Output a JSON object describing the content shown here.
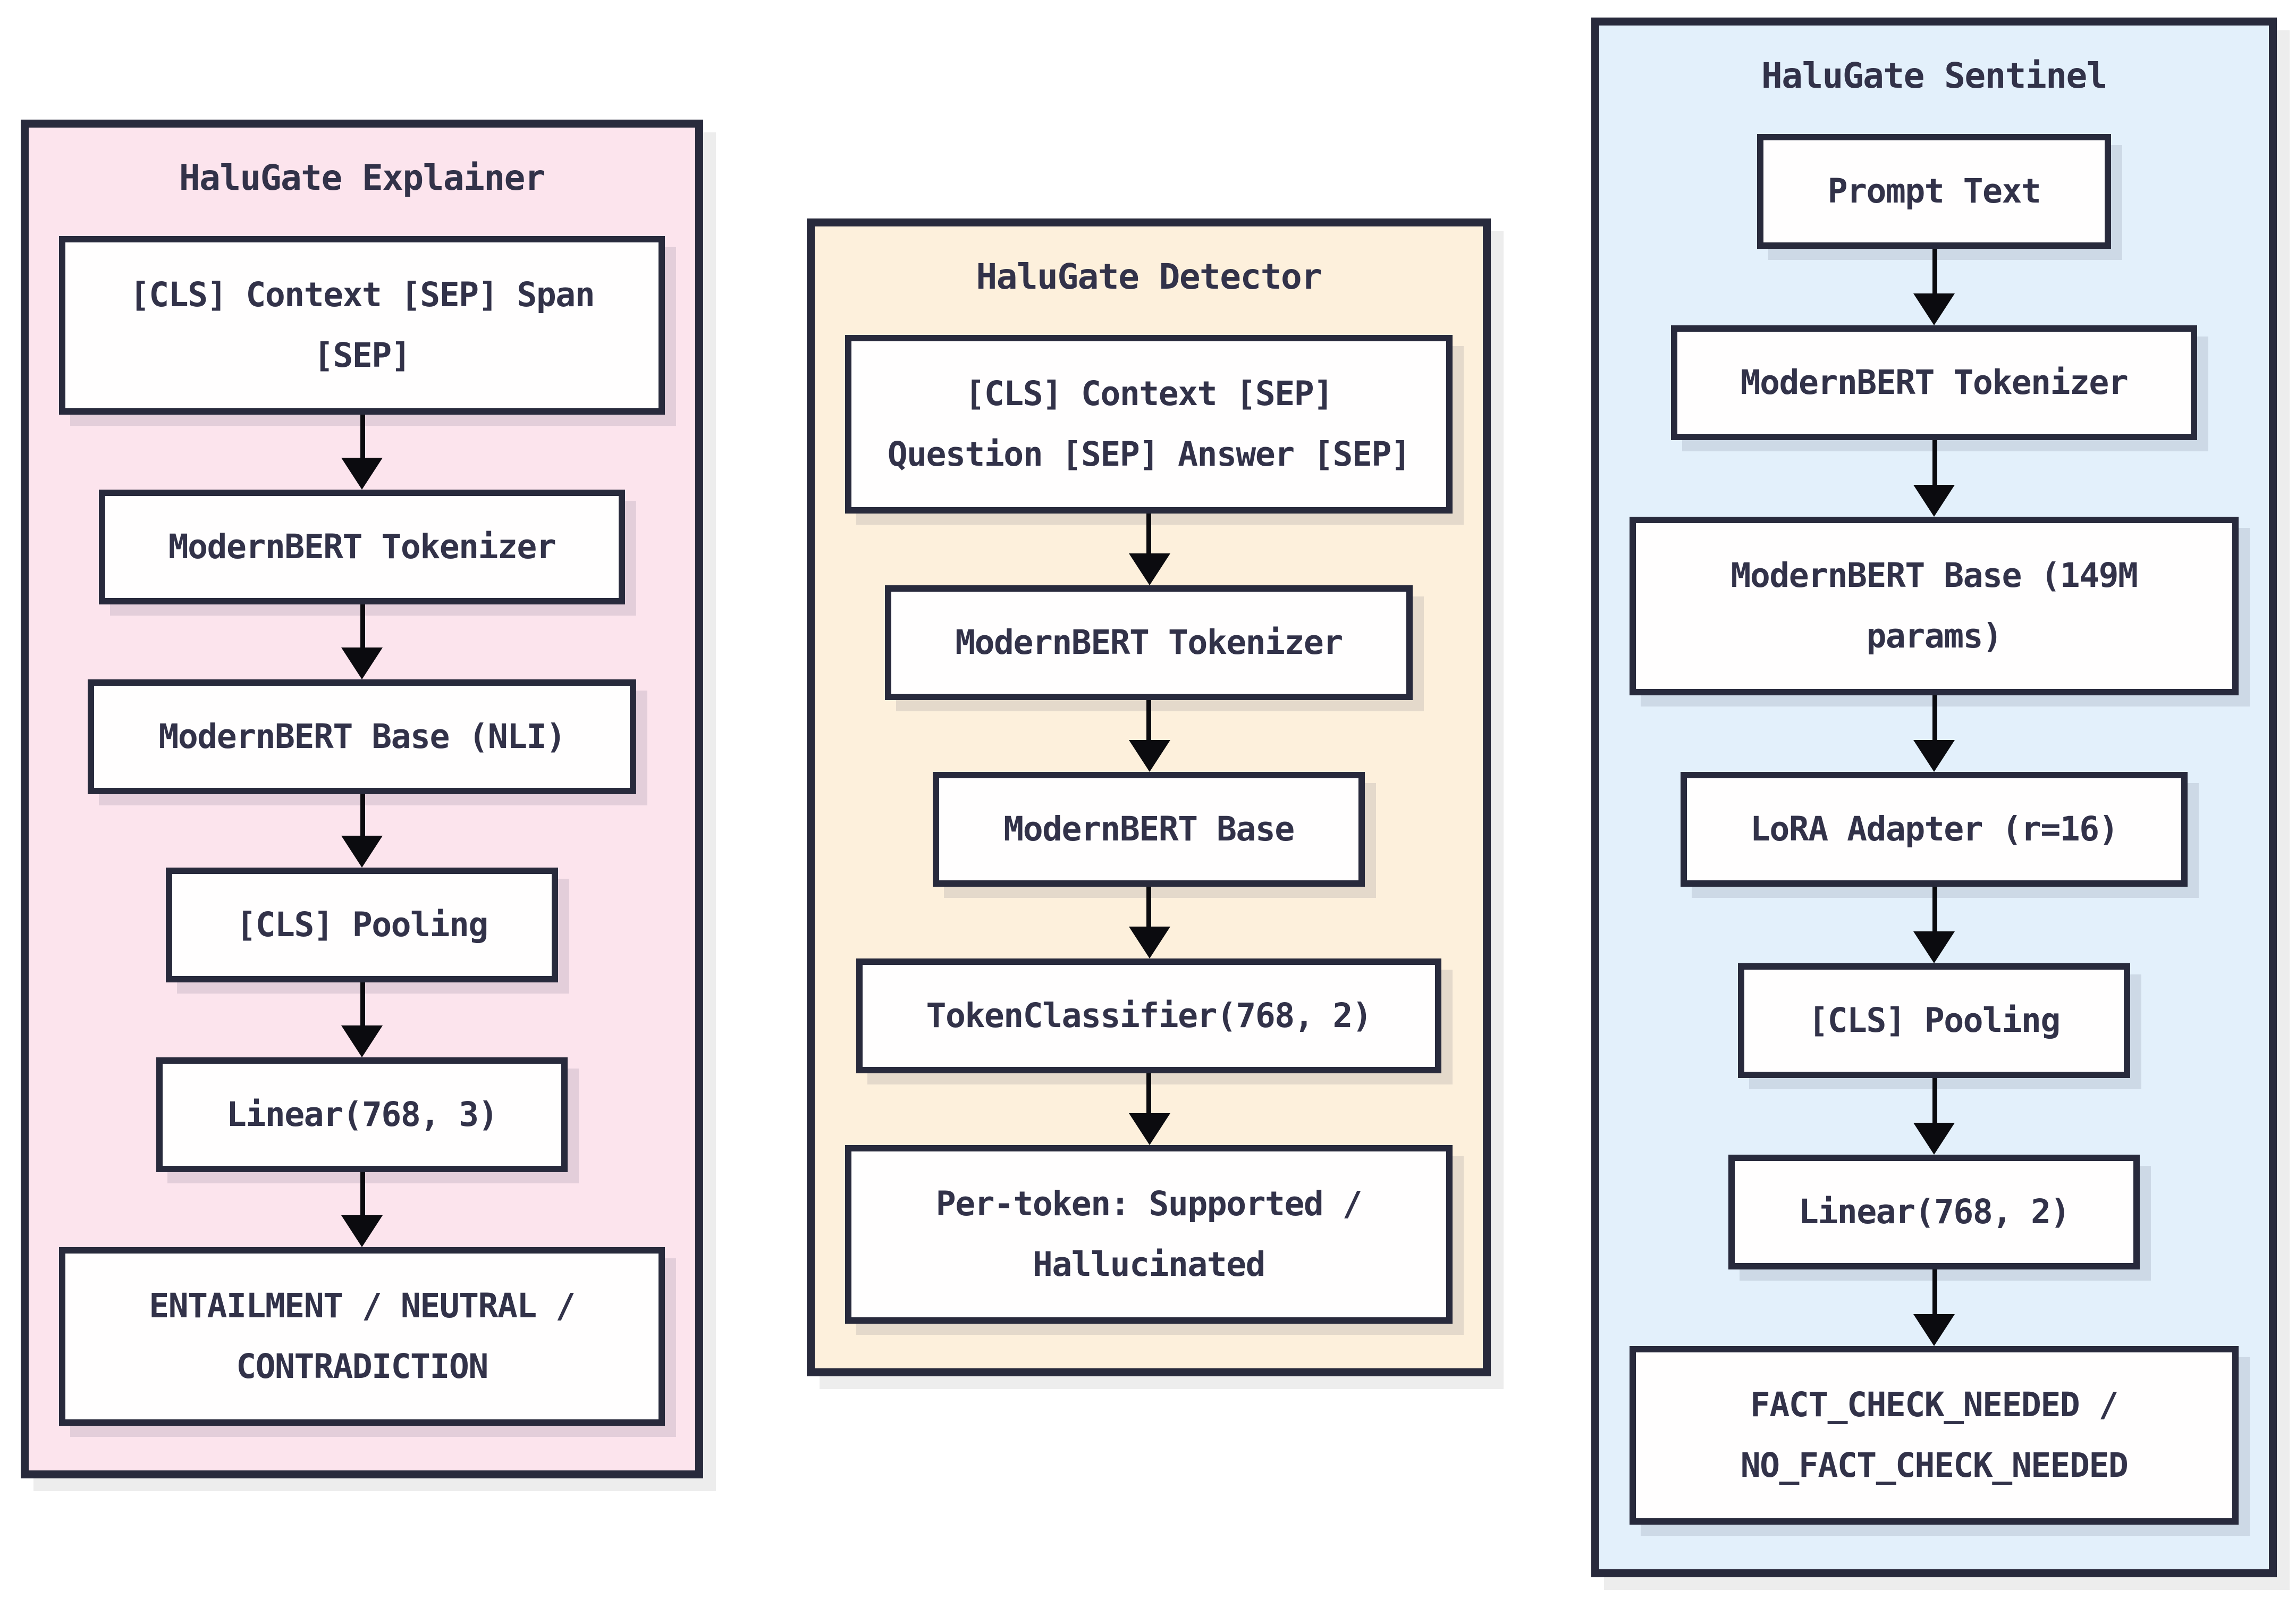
{
  "colors": {
    "page_background": "#ffffff",
    "outline": "#282a3c",
    "text": "#323249",
    "arrow": "#0b0b0f",
    "node_fill": "#fffefe",
    "panel_explainer_fill": "#fce4ed",
    "panel_detector_fill": "#fdf0dc",
    "panel_sentinel_fill": "#e3f0fb"
  },
  "panels": [
    {
      "title": "HaluGate Explainer",
      "nodes": [
        {
          "lines": [
            "[CLS] Context [SEP] Span",
            "[SEP]"
          ]
        },
        {
          "lines": [
            "ModernBERT Tokenizer"
          ]
        },
        {
          "lines": [
            "ModernBERT Base (NLI)"
          ]
        },
        {
          "lines": [
            "[CLS] Pooling"
          ]
        },
        {
          "lines": [
            "Linear(768, 3)"
          ]
        },
        {
          "lines": [
            "ENTAILMENT / NEUTRAL /",
            "CONTRADICTION"
          ]
        }
      ]
    },
    {
      "title": "HaluGate Detector",
      "nodes": [
        {
          "lines": [
            "[CLS] Context [SEP]",
            "Question [SEP] Answer [SEP]"
          ]
        },
        {
          "lines": [
            "ModernBERT Tokenizer"
          ]
        },
        {
          "lines": [
            "ModernBERT Base"
          ]
        },
        {
          "lines": [
            "TokenClassifier(768, 2)"
          ]
        },
        {
          "lines": [
            "Per-token: Supported /",
            "Hallucinated"
          ]
        }
      ]
    },
    {
      "title": "HaluGate Sentinel",
      "nodes": [
        {
          "lines": [
            "Prompt Text"
          ]
        },
        {
          "lines": [
            "ModernBERT Tokenizer"
          ]
        },
        {
          "lines": [
            "ModernBERT Base (149M",
            "params)"
          ]
        },
        {
          "lines": [
            "LoRA Adapter (r=16)"
          ]
        },
        {
          "lines": [
            "[CLS] Pooling"
          ]
        },
        {
          "lines": [
            "Linear(768, 2)"
          ]
        },
        {
          "lines": [
            "FACT_CHECK_NEEDED /",
            "NO_FACT_CHECK_NEEDED"
          ]
        }
      ]
    }
  ]
}
